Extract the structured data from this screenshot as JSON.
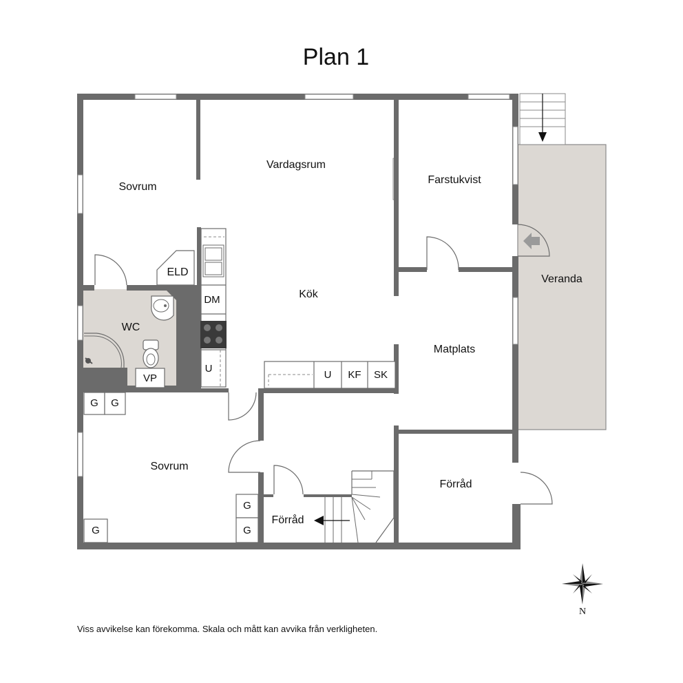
{
  "title": "Plan 1",
  "rooms": {
    "sovrum_top": "Sovrum",
    "vardagsrum": "Vardagsrum",
    "farstukvist": "Farstukvist",
    "elc": "ELD",
    "wc": "WC",
    "kok": "Kök",
    "matplats": "Matplats",
    "veranda": "Veranda",
    "sovrum_bottom": "Sovrum",
    "forrad_small": "Förråd",
    "forrad_right": "Förråd"
  },
  "fixtures": {
    "dm": "DM",
    "u_left": "U",
    "vp": "VP",
    "u_counter": "U",
    "kf": "KF",
    "sk": "SK",
    "g": "G"
  },
  "compass": {
    "label": "N"
  },
  "disclaimer": "Viss avvikelse kan förekomma. Skala och mått kan avvika från verkligheten.",
  "colors": {
    "wall": "#6b6b6b",
    "veranda": "#dcd8d3",
    "wc_floor": "#dcd8d3"
  }
}
